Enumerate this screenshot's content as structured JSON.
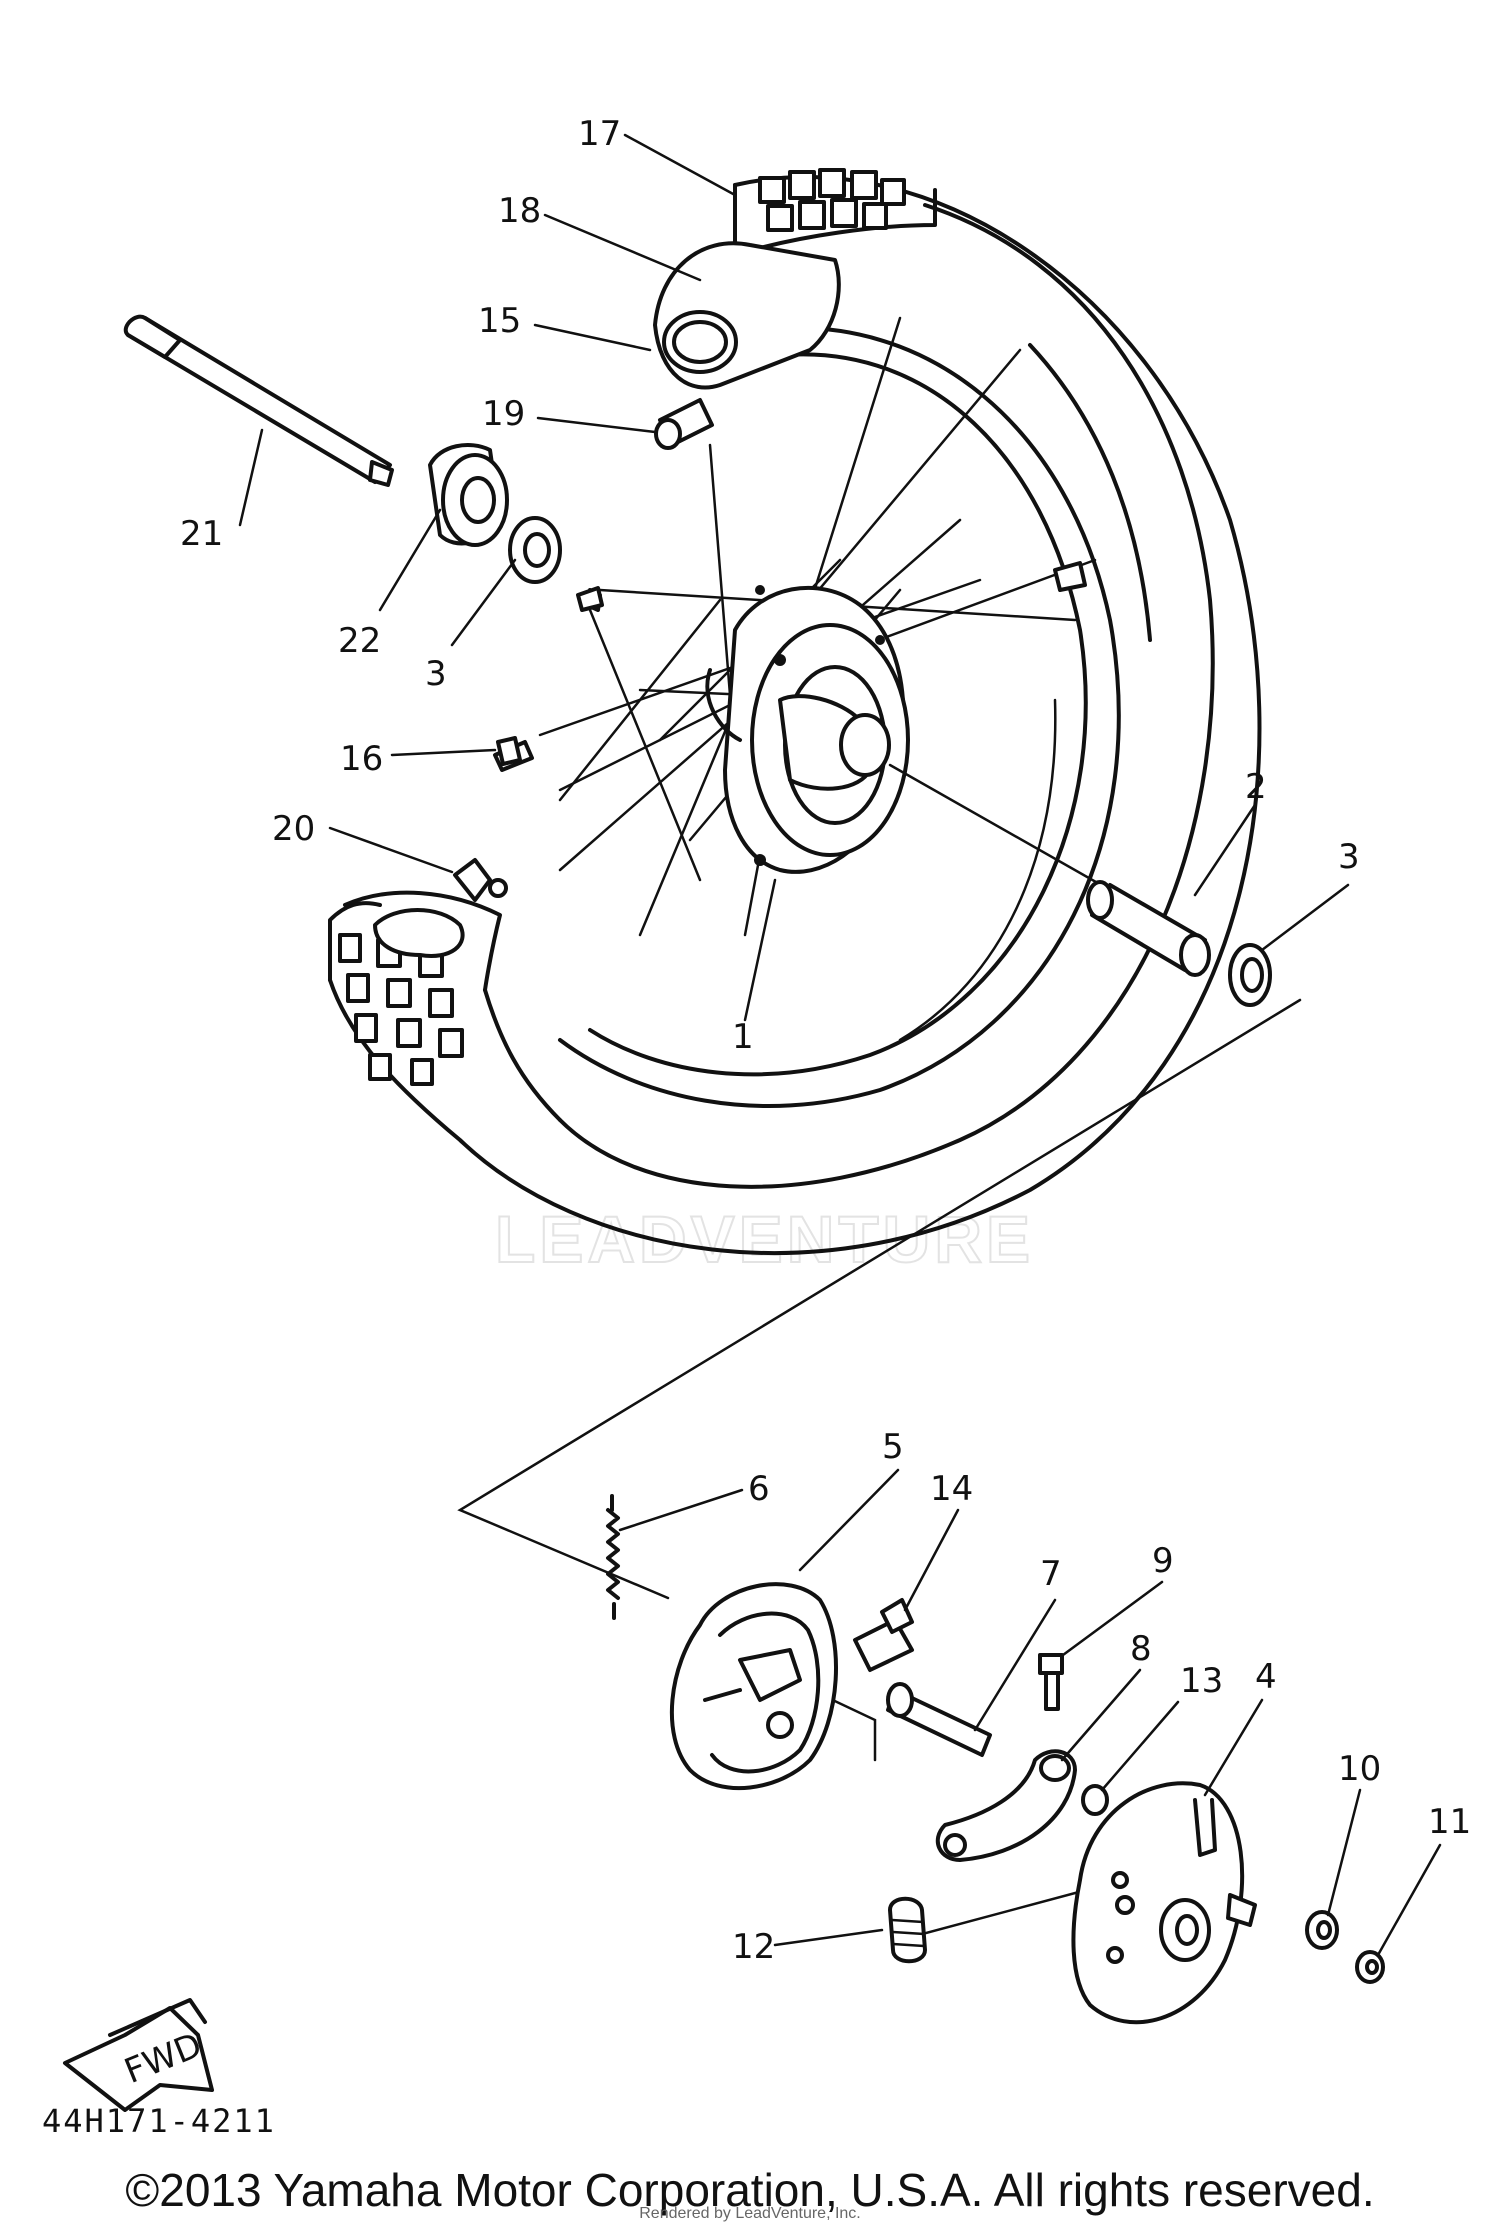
{
  "diagram": {
    "callouts": {
      "p1": "1",
      "p2": "2",
      "p3a": "3",
      "p3b": "3",
      "p4": "4",
      "p5": "5",
      "p6": "6",
      "p7": "7",
      "p8": "8",
      "p9": "9",
      "p10": "10",
      "p11": "11",
      "p12": "12",
      "p13": "13",
      "p14": "14",
      "p15": "15",
      "p16": "16",
      "p17": "17",
      "p18": "18",
      "p19": "19",
      "p20": "20",
      "p21": "21",
      "p22": "22"
    },
    "fwd_label": "FWD",
    "watermark": "LEADVENTURE",
    "part_code": "44H171-4211",
    "copyright": "©2013 Yamaha Motor Corporation, U.S.A. All rights reserved.",
    "rendered_by": "Rendered by LeadVenture, Inc."
  }
}
